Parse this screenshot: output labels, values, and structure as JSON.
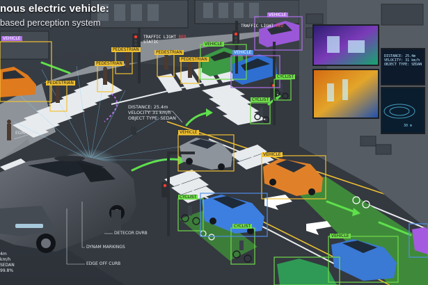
{
  "title": "nous electric vehicle:",
  "subtitle": "based perception system",
  "detections": {
    "vehicle_top_left": "VEHICLE",
    "vehicle_top_right": "VEHICLE",
    "vehicle_green": "VEHICLE",
    "vehicle_blue": "VEHICLE",
    "vehicle_mid": "VEHICLE",
    "vehicle_orange": "VEHICLE",
    "vehicle_bottom_right": "VEHICLE",
    "pedestrian_1": "PEDESTRIAN",
    "pedestrian_2": "PEDESTRIAN",
    "pedestrian_3": "PEDESTRIAN",
    "pedestrian_4": "PEDESTRIAN",
    "pedestrian_5": "PEDESTRIAN",
    "cyclist_1": "CYCLIST",
    "cyclist_2": "CYCLIST",
    "cyclist_3": "CYCLIST",
    "cyclist_4": "CYCLIST"
  },
  "traffic_light_1": {
    "label": "TRAFFIC LIGHT",
    "state": "RED",
    "status": "STATIC"
  },
  "traffic_light_2": {
    "label": "TRAFFIC LIGHT",
    "state": "RED"
  },
  "object_info": {
    "distance": "DISTANCE: 25.4m",
    "velocity": "VELOCITY: 31 km/h",
    "object_type": "OBJECT TYPE: SEDAN"
  },
  "callouts": {
    "edge_curb": "EGRI CURB",
    "detector_curb": "DETECOR DVRB",
    "dynam_markings": "DYNAM MARKINGS",
    "edge_off_curb": "EDGE OFF CURB"
  },
  "left_readout": [
    "4m",
    "km/h",
    "SEDAN",
    "99.8%"
  ],
  "screen_readout": [
    "DISTANCE: 25.4m",
    "VELOCITY: 31 km/h",
    "OBJECT TYPE: SEDAN"
  ],
  "screen_small": "30 m",
  "colors": {
    "asphalt": "#34383f",
    "sidewalk": "#8e9399",
    "label_yellow": "#f1c232",
    "label_green": "#6fdc4a",
    "label_purple": "#b070e8",
    "bike_lane": "#3f8a3a",
    "lidar": "#7fd8ff"
  }
}
